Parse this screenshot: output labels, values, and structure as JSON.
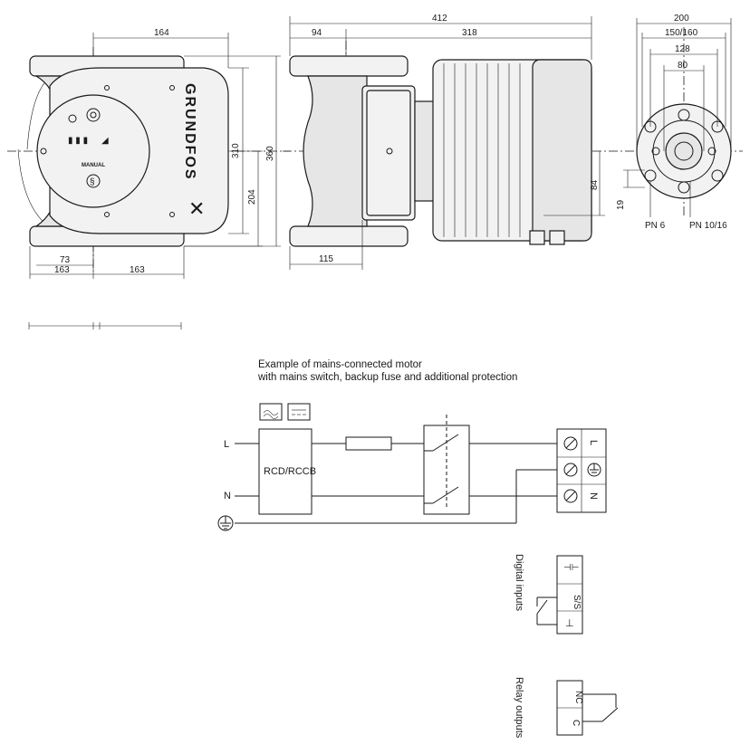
{
  "brand": "GRUNDFOS",
  "front_view": {
    "dim_top": "164",
    "dim_height_a": "310",
    "dim_height_b": "204",
    "dim_height_c": "360",
    "dim_bottom_a": "73",
    "dim_bottom_b": "163",
    "dim_bottom_c": "163",
    "panel_marking": "MANUAL"
  },
  "side_view": {
    "dim_total": "412",
    "dim_a": "94",
    "dim_b": "318",
    "dim_c": "115",
    "dim_d": "84"
  },
  "flange_view": {
    "dim_a": "200",
    "dim_b": "150/160",
    "dim_c": "128",
    "dim_d": "80",
    "dim_e": "19",
    "label_pn6": "PN 6",
    "label_pn1016": "PN 10/16"
  },
  "wiring": {
    "caption_line1": "Example of mains-connected motor",
    "caption_line2": "with mains switch, backup fuse and additional protection",
    "label_L": "L",
    "label_N": "N",
    "rcd_label": "RCD/RCCB",
    "term_L": "L",
    "term_N": "N",
    "digital_inputs": "Digital inputs",
    "terminal_ss": "S/S",
    "relay_outputs": "Relay outputs",
    "terminal_nc": "NC",
    "terminal_c": "C"
  }
}
